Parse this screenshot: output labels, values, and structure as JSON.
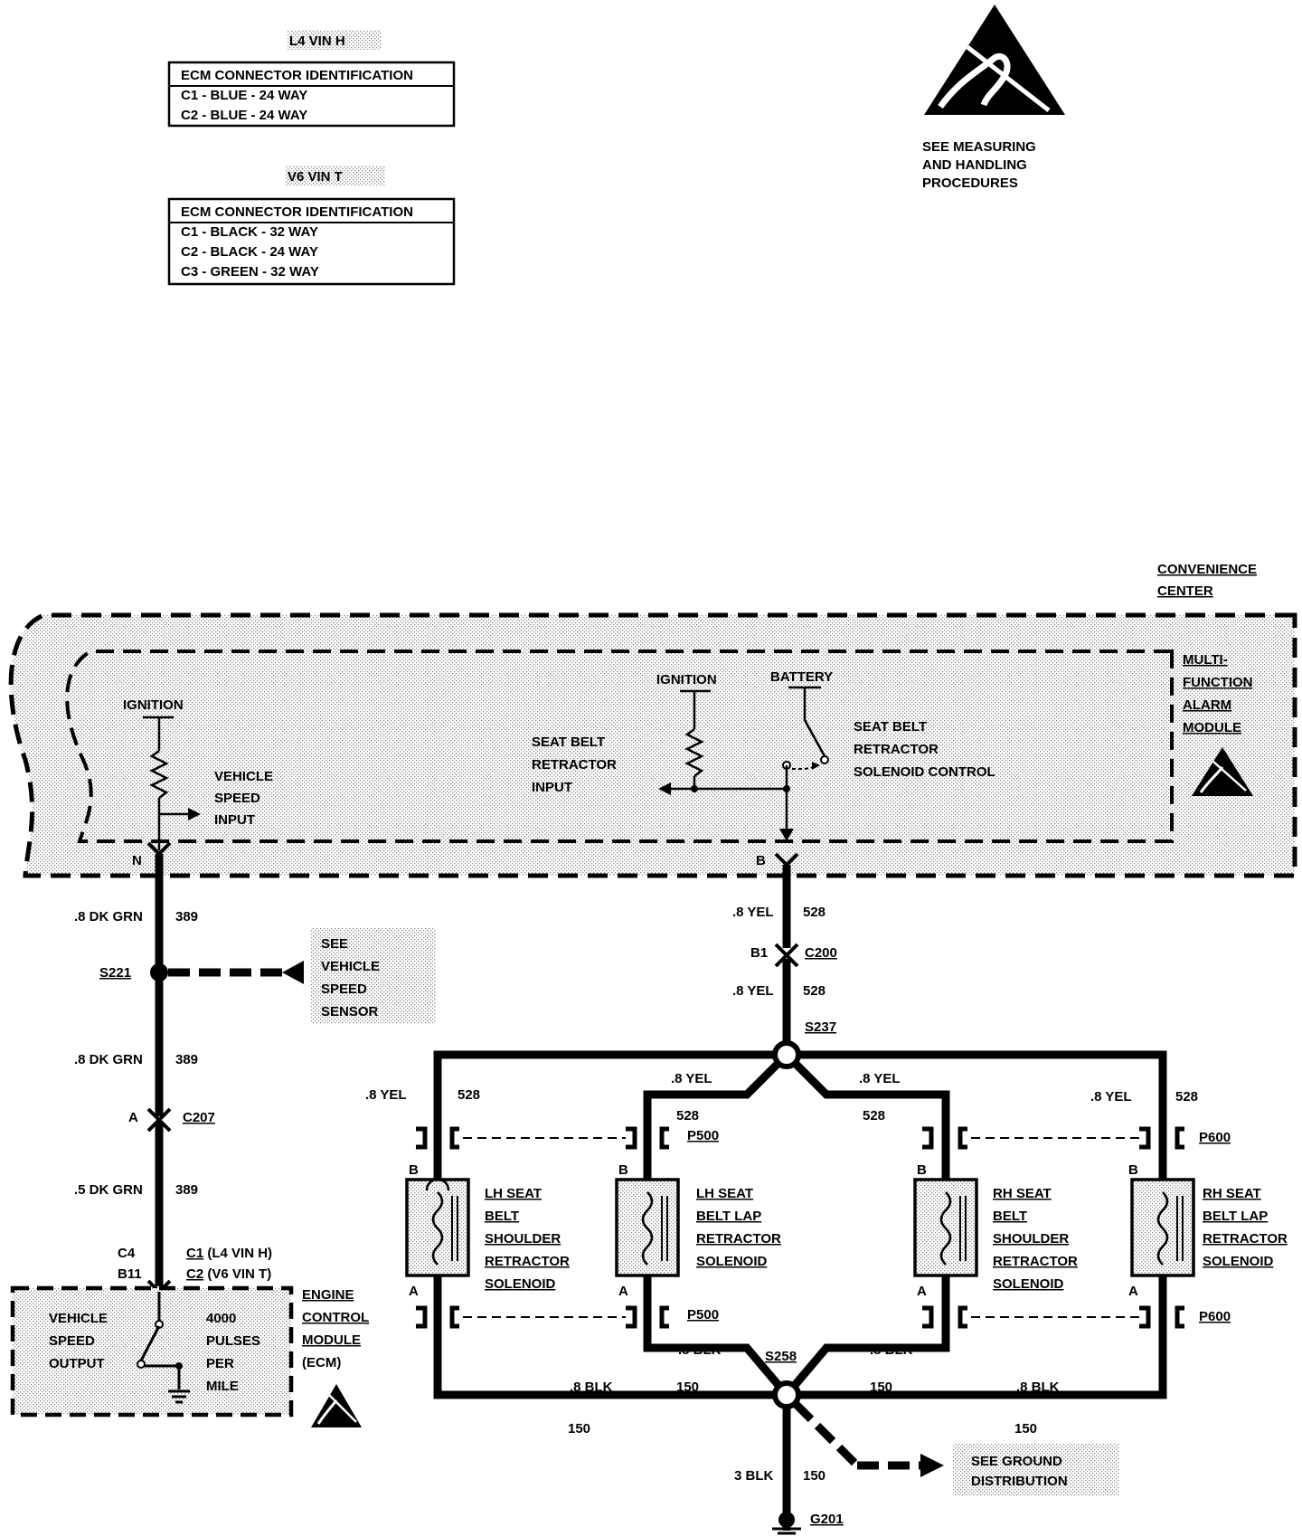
{
  "esd_note": [
    "SEE MEASURING",
    "AND HANDLING",
    "PROCEDURES"
  ],
  "ecm_tables": [
    {
      "engine": "L4 VIN H",
      "header": "ECM CONNECTOR IDENTIFICATION",
      "rows": [
        "C1 - BLUE - 24 WAY",
        "C2 - BLUE - 24 WAY"
      ]
    },
    {
      "engine": "V6 VIN T",
      "header": "ECM CONNECTOR IDENTIFICATION",
      "rows": [
        "C1 - BLACK - 32 WAY",
        "C2 - BLACK - 24 WAY",
        "C3 - GREEN - 32 WAY"
      ]
    }
  ],
  "convenience_center": [
    "CONVENIENCE",
    "CENTER"
  ],
  "mfam": [
    "MULTI-",
    "FUNCTION",
    "ALARM",
    "MODULE"
  ],
  "mfam_inner": {
    "ignition_left": "IGNITION",
    "vehicle_speed_input": [
      "VEHICLE",
      "SPEED",
      "INPUT"
    ],
    "ignition_right": "IGNITION",
    "battery": "BATTERY",
    "retractor_input": [
      "SEAT BELT",
      "RETRACTOR",
      "INPUT"
    ],
    "solenoid_control": [
      "SEAT BELT",
      "RETRACTOR",
      "SOLENOID CONTROL"
    ],
    "pin_n": "N",
    "pin_b": "B"
  },
  "left_circuit": {
    "wire1": {
      "color": ".8 DK GRN",
      "circuit": "389"
    },
    "splice": "S221",
    "see_vss": [
      "SEE",
      "VEHICLE",
      "SPEED",
      "SENSOR"
    ],
    "wire2": {
      "color": ".8 DK GRN",
      "circuit": "389"
    },
    "conn_pin": "A",
    "conn": "C207",
    "wire3": {
      "color": ".5 DK GRN",
      "circuit": "389"
    },
    "ecm_pin1": "C4",
    "ecm_pin2": "B11",
    "ecm_conn1": "C1",
    "ecm_conn1_suffix": " (L4 VIN H)",
    "ecm_conn2": "C2",
    "ecm_conn2_suffix": " (V6 VIN T)",
    "ecm_left": [
      "VEHICLE",
      "SPEED",
      "OUTPUT"
    ],
    "ecm_right": [
      "4000",
      "PULSES",
      "PER",
      "MILE"
    ],
    "ecm_name": [
      "ENGINE",
      "CONTROL",
      "MODULE",
      "(ECM)"
    ]
  },
  "right_circuit": {
    "wire1": {
      "color": ".8 YEL",
      "circuit": "528"
    },
    "conn_pin": "B1",
    "conn": "C200",
    "wire2": {
      "color": ".8 YEL",
      "circuit": "528"
    },
    "splice_top": "S237",
    "far_left": {
      "color": ".8 YEL",
      "circuit": "528"
    },
    "inner_left": {
      "color": ".8 YEL",
      "circuit": "528"
    },
    "inner_right": {
      "color": ".8 YEL",
      "circuit": "528"
    },
    "far_right": {
      "color": ".8 YEL",
      "circuit": "528"
    },
    "p500": "P500",
    "p600": "P600",
    "pin_b": "B",
    "pin_a": "A",
    "solenoids": [
      [
        "LH SEAT",
        "BELT",
        "SHOULDER",
        "RETRACTOR",
        "SOLENOID"
      ],
      [
        "LH SEAT",
        "BELT LAP",
        "RETRACTOR",
        "SOLENOID"
      ],
      [
        "RH SEAT",
        "BELT",
        "SHOULDER",
        "RETRACTOR",
        "SOLENOID"
      ],
      [
        "RH SEAT",
        "BELT LAP",
        "RETRACTOR",
        "SOLENOID"
      ]
    ],
    "blk_inner": ".8 BLK",
    "blk_outer": ".8 BLK",
    "circuit_150": "150",
    "splice_bottom": "S258",
    "ground_wire": {
      "color": "3 BLK",
      "circuit": "150"
    },
    "see_ground": [
      "SEE GROUND",
      "DISTRIBUTION"
    ],
    "ground": "G201"
  }
}
